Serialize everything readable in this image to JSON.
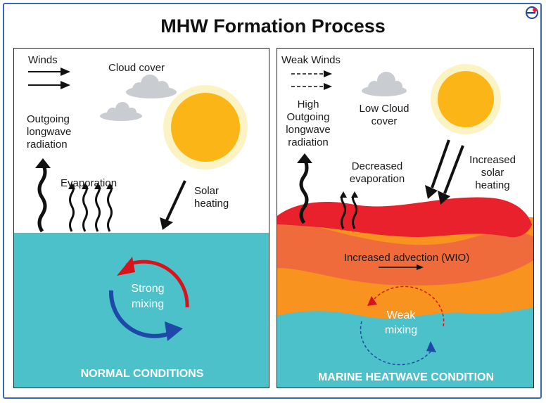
{
  "title": "MHW Formation Process",
  "colors": {
    "ocean": "#4cc1c9",
    "sun": "#fbb516",
    "sun_glow": "#fbf3c4",
    "cloud": "#c9ccd0",
    "warm_red": "#e8212c",
    "warm_mid": "#f06b3c",
    "warm_orange": "#f7931e",
    "mix_red": "#d7141c",
    "mix_blue": "#1f49a8",
    "border": "#3a66b4"
  },
  "left": {
    "winds": "Winds",
    "cloud_cover": "Cloud cover",
    "outgoing_1": "Outgoing",
    "outgoing_2": "longwave",
    "outgoing_3": "radiation",
    "evaporation": "Evaporation",
    "solar_1": "Solar",
    "solar_2": "heating",
    "mixing_1": "Strong",
    "mixing_2": "mixing",
    "footer": "NORMAL CONDITIONS"
  },
  "right": {
    "winds": "Weak Winds",
    "outgoing_1": "High",
    "outgoing_2": "Outgoing",
    "outgoing_3": "longwave",
    "outgoing_4": "radiation",
    "cloud_1": "Low Cloud",
    "cloud_2": "cover",
    "evap_1": "Decreased",
    "evap_2": "evaporation",
    "solar_1": "Increased",
    "solar_2": "solar",
    "solar_3": "heating",
    "advection": "Increased advection (WIO)",
    "mixing_1": "Weak",
    "mixing_2": "mixing",
    "footer": "MARINE HEATWAVE CONDITION"
  }
}
